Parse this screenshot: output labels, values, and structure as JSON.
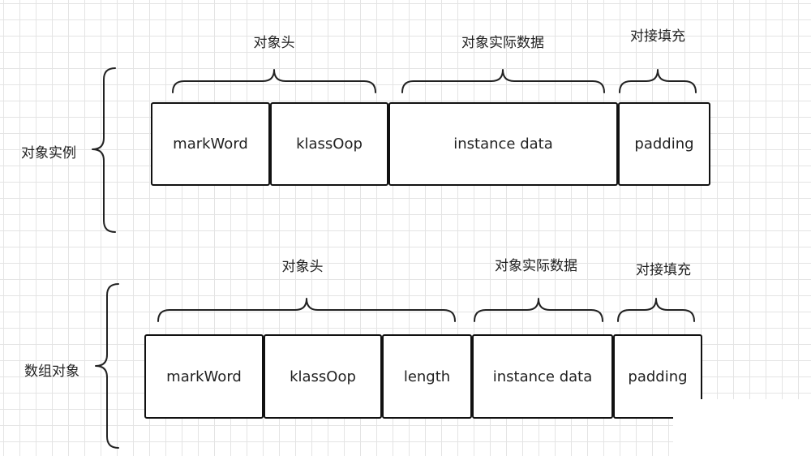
{
  "object_instance": {
    "side_label": "对象实例",
    "header_label": "对象头",
    "data_label": "对象实际数据",
    "padding_label": "对接填充",
    "cells": [
      "markWord",
      "klassOop",
      "instance data",
      "padding"
    ]
  },
  "array_object": {
    "side_label": "数组对象",
    "header_label": "对象头",
    "data_label": "对象实际数据",
    "padding_label": "对接填充",
    "cells": [
      "markWord",
      "klassOop",
      "length",
      "instance data",
      "padding"
    ]
  }
}
